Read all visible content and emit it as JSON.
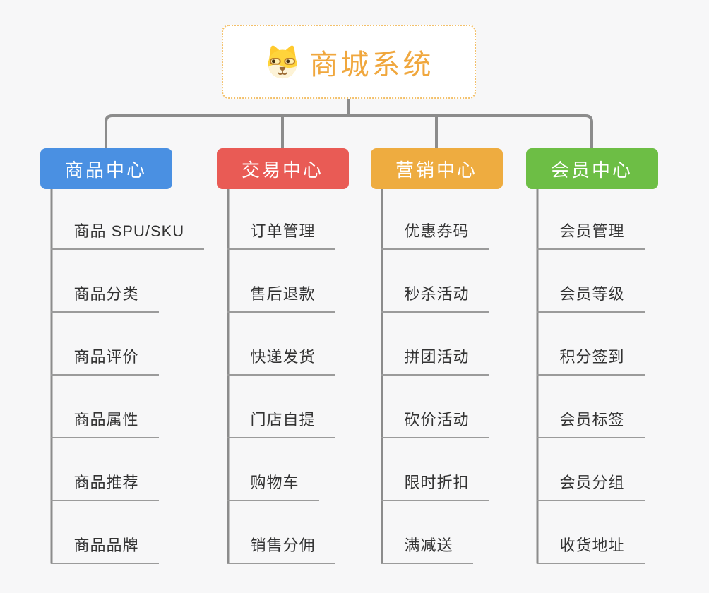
{
  "canvas": {
    "bg": "#f7f7f8",
    "line_color": "#8c8c8c",
    "underline_color": "#9b9b9b",
    "leaf_text_color": "#333333"
  },
  "root": {
    "label": "商城系统",
    "icon": "dog-face-icon",
    "text_color": "#f0a73d",
    "border_color": "#f3c06a",
    "bg": "#ffffff"
  },
  "branches": [
    {
      "label": "商品中心",
      "color": "#4a90e2",
      "children": [
        "商品 SPU/SKU",
        "商品分类",
        "商品评价",
        "商品属性",
        "商品推荐",
        "商品品牌"
      ]
    },
    {
      "label": "交易中心",
      "color": "#e95b55",
      "children": [
        "订单管理",
        "售后退款",
        "快递发货",
        "门店自提",
        "购物车",
        "销售分佣"
      ]
    },
    {
      "label": "营销中心",
      "color": "#eeac40",
      "children": [
        "优惠券码",
        "秒杀活动",
        "拼团活动",
        "砍价活动",
        "限时折扣",
        "满减送"
      ]
    },
    {
      "label": "会员中心",
      "color": "#6dbe45",
      "children": [
        "会员管理",
        "会员等级",
        "积分签到",
        "会员标签",
        "会员分组",
        "收货地址"
      ]
    }
  ]
}
